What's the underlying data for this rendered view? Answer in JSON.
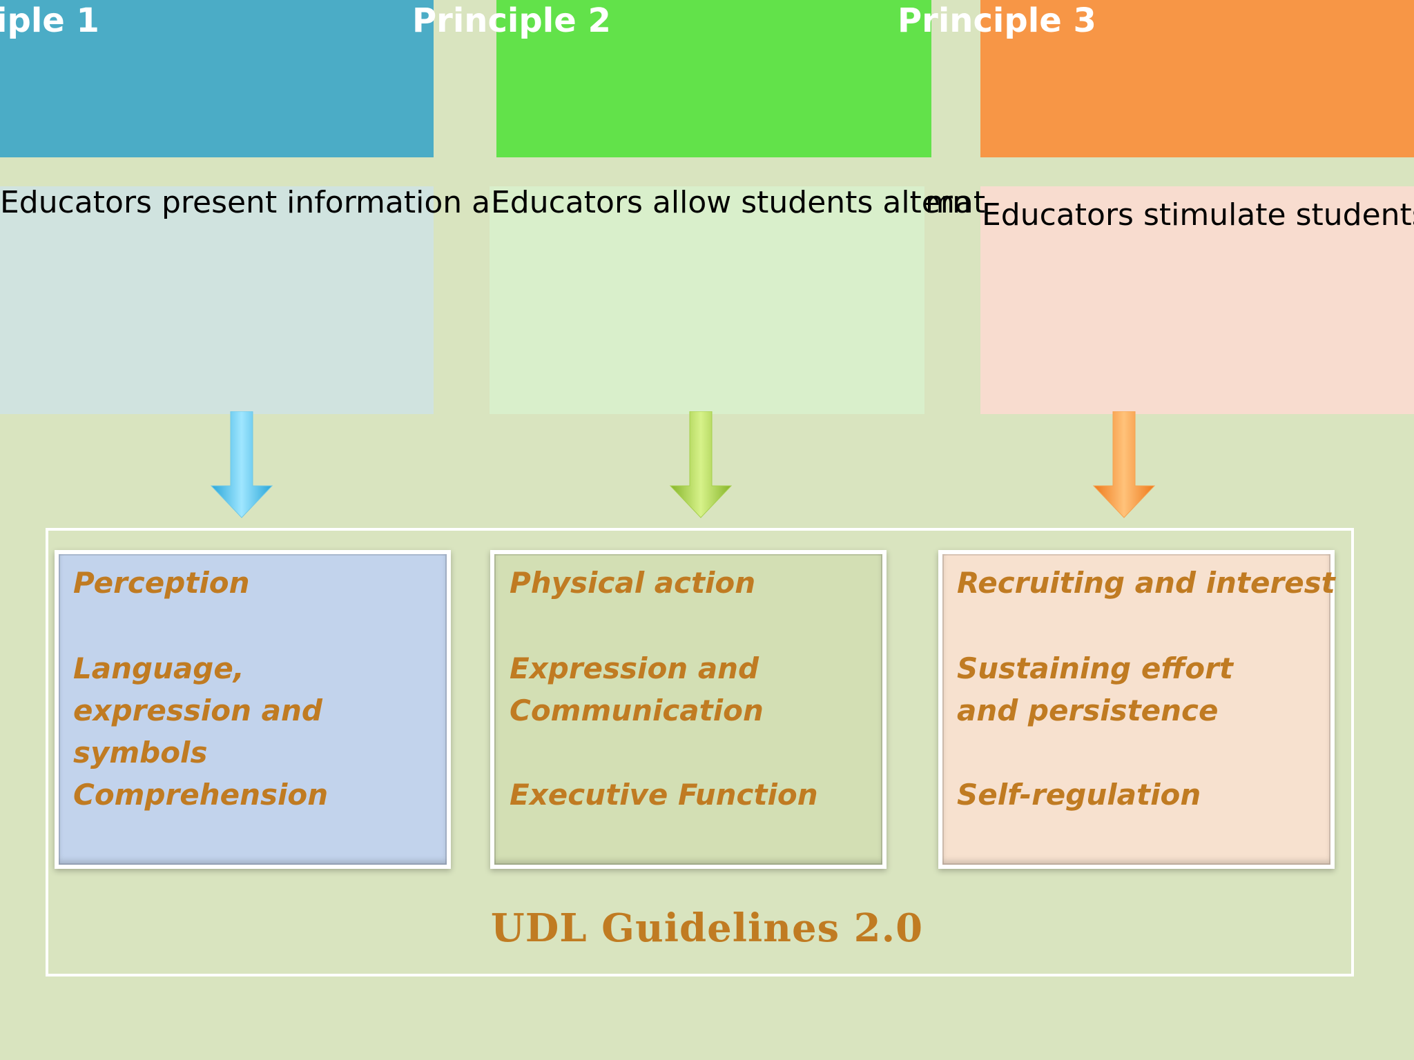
{
  "principles": [
    {
      "title": "iple 1",
      "description": "Educators present information and",
      "color": "#4bacc6",
      "pale_color": "#d0e3df",
      "arrow_color": "#53c8f0"
    },
    {
      "title": "Principle 2",
      "description": "Educators allow students altern",
      "overlap_text": "mat",
      "color": "#62e24a",
      "pale_color": "#d9efcb",
      "arrow_color": "#9fd03c"
    },
    {
      "title": "Principle 3",
      "description": "Educators stimulate students'",
      "color": "#f79646",
      "pale_color": "#f8dccf",
      "arrow_color": "#f58e2c"
    }
  ],
  "guidelines": {
    "title": "UDL Guidelines 2.0",
    "columns": [
      {
        "items": [
          "Perception",
          "Language, expression and symbols",
          "Comprehension"
        ],
        "color": "#c2d3ec"
      },
      {
        "items": [
          "Physical action",
          "Expression and Communication",
          "Executive Function"
        ],
        "color": "#d3dfb4"
      },
      {
        "items": [
          "Recruiting and interest",
          "Sustaining effort and persistence",
          "Self-regulation"
        ],
        "color": "#f7e1cf"
      }
    ],
    "text_color": "#c07b22"
  }
}
